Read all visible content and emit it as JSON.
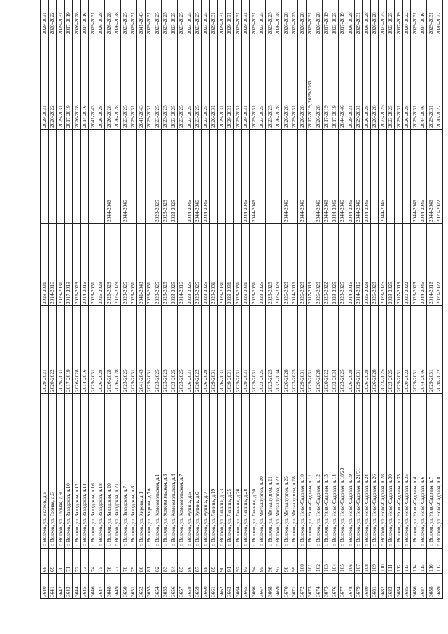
{
  "rows": [
    {
      "id": "3640",
      "no": "68",
      "addr": "г. Волхов, ул. Волхов, д.5",
      "p1": "2029-2031",
      "p2": "2029-2031",
      "p3": "",
      "p4": "2029-2031",
      "p5": "2029-2031"
    },
    {
      "id": "3641",
      "no": "69",
      "addr": "г. Волхов, ул. Горная, д.6",
      "p1": "2020-2022",
      "p2": "2014-2016",
      "p3": "",
      "p4": "2020-2022",
      "p5": "2020-2022"
    },
    {
      "id": "3642",
      "no": "70",
      "addr": "г. Волхов, ул. Горная, д.9",
      "p1": "2029-2031",
      "p2": "2029-2031",
      "p3": "",
      "p4": "2029-2031",
      "p5": "2029-2031"
    },
    {
      "id": "3643",
      "no": "71",
      "addr": "г. Волхов, ул. Заводская, д.10",
      "p1": "2017-2019",
      "p2": "2017-2019",
      "p3": "",
      "p4": "2017-2019",
      "p5": "2017-2019"
    },
    {
      "id": "3644",
      "no": "72",
      "addr": "г. Волхов, ул. Заводская, д.12",
      "p1": "2026-2028",
      "p2": "2026-2028",
      "p3": "",
      "p4": "2026-2028",
      "p5": "2026-2028"
    },
    {
      "id": "3645",
      "no": "73",
      "addr": "г. Волхов, ул. Заводская, д.14",
      "p1": "2014-2016",
      "p2": "2014-2016",
      "p3": "",
      "p4": "2014-2016",
      "p5": "2014-2016"
    },
    {
      "id": "3646",
      "no": "74",
      "addr": "г. Волхов, ул. Заводская, д.16",
      "p1": "2029-2031",
      "p2": "2029-2031",
      "p3": "",
      "p4": "2041-2043",
      "p5": "2029-2031"
    },
    {
      "id": "3647",
      "no": "75",
      "addr": "г. Волхов, ул. Заводская, д.18",
      "p1": "2026-2028",
      "p2": "2026-2028",
      "p3": "",
      "p4": "2026-2028",
      "p5": "2026-2028"
    },
    {
      "id": "3648",
      "no": "76",
      "addr": "г. Волхов, ул. Заводская, д.20",
      "p1": "2026-2028",
      "p2": "2026-2028",
      "p3": "2044-2046",
      "p4": "2026-2028",
      "p5": "2026-2028"
    },
    {
      "id": "3649",
      "no": "77",
      "addr": "г. Волхов, ул. Заводская, д.21",
      "p1": "2026-2028",
      "p2": "2026-2028",
      "p3": "",
      "p4": "2026-2028",
      "p5": "2026-2028"
    },
    {
      "id": "3650",
      "no": "78",
      "addr": "г. Волхов, ул. Заводская, д.7",
      "p1": "2023-2025",
      "p2": "2023-2025",
      "p3": "2044-2046",
      "p4": "2023-2025",
      "p5": "2023-2025"
    },
    {
      "id": "3651",
      "no": "79",
      "addr": "г. Волхов, ул. Заводская, д.8",
      "p1": "2029-2031",
      "p2": "2029-2031",
      "p3": "",
      "p4": "2029-2031",
      "p5": "2029-2031"
    },
    {
      "id": "3652",
      "no": "80",
      "addr": "г. Волхов, ул. Кирова, д.1",
      "p1": "2041-2043",
      "p2": "2041-2043",
      "p3": "",
      "p4": "2041-2043",
      "p5": "2041-2043"
    },
    {
      "id": "3653",
      "no": "81",
      "addr": "г. Волхов, ул. Кирова, д.7А",
      "p1": "2029-2031",
      "p2": "2029-2031",
      "p3": "",
      "p4": "2029-2031",
      "p5": "2029-2031"
    },
    {
      "id": "3654",
      "no": "82",
      "addr": "г. Волхов, ул. Комсомольская, д.1",
      "p1": "2023-2025",
      "p2": "2023-2025",
      "p3": "2023-2025",
      "p4": "2023-2025",
      "p5": "2023-2025"
    },
    {
      "id": "3655",
      "no": "83",
      "addr": "г. Волхов, ул. Комсомольская, д.3",
      "p1": "2023-2025",
      "p2": "2023-2025",
      "p3": "2023-2025",
      "p4": "2023-2025",
      "p5": "2023-2025"
    },
    {
      "id": "3656",
      "no": "84",
      "addr": "г. Волхов, ул. Комсомольская, д.4",
      "p1": "2023-2025",
      "p2": "2023-2025",
      "p3": "2023-2025",
      "p4": "2023-2025",
      "p5": "2023-2025"
    },
    {
      "id": "3657",
      "no": "85",
      "addr": "г. Волхов, ул. Комсомольская, д.7",
      "p1": "2023-2025",
      "p2": "2014-2016",
      "p3": "",
      "p4": "2023-2025",
      "p5": "2023-2025"
    },
    {
      "id": "3658",
      "no": "86",
      "addr": "г. Волхов, ул. Кутина, д.5",
      "p1": "2026-2031",
      "p2": "2023-2025",
      "p3": "2044-2046",
      "p4": "2023-2025",
      "p5": "2023-2025"
    },
    {
      "id": "3659",
      "no": "87",
      "addr": "г. Волхов, ул. Кутина, д.6",
      "p1": "2020-2022",
      "p2": "2023-2025",
      "p3": "2044-2046",
      "p4": "2023-2025",
      "p5": "2023-2025"
    },
    {
      "id": "3660",
      "no": "88",
      "addr": "г. Волхов, ул. Кутина, д.7",
      "p1": "2026-2028",
      "p2": "2023-2025",
      "p3": "2044-2046",
      "p4": "2023-2025",
      "p5": "2023-2025"
    },
    {
      "id": "3661",
      "no": "89",
      "addr": "г. Волхов, ул. Ленина, д.19",
      "p1": "2029-2031",
      "p2": "2029-2031",
      "p3": "",
      "p4": "2026-2031",
      "p5": "2029-2031"
    },
    {
      "id": "3662",
      "no": "90",
      "addr": "г. Волхов, ул. Ленина, д.23",
      "p1": "2026-2031",
      "p2": "2029-2031",
      "p3": "",
      "p4": "2029-2031",
      "p5": "2029-2031"
    },
    {
      "id": "3663",
      "no": "91",
      "addr": "г. Волхов, ул. Ленина, д.25",
      "p1": "2029-2031",
      "p2": "2029-2031",
      "p3": "",
      "p4": "2029-2031",
      "p5": "2029-2031"
    },
    {
      "id": "3664",
      "no": "92",
      "addr": "г. Волхов, ул. Ленина, д.26",
      "p1": "2029-2031",
      "p2": "2029-2031",
      "p3": "",
      "p4": "2029-2031",
      "p5": "2029-2031"
    },
    {
      "id": "3665",
      "no": "93",
      "addr": "г. Волхов, ул. Ленина, д.28",
      "p1": "2029-2031",
      "p2": "2029-2031",
      "p3": "2044-2046",
      "p4": "2029-2031",
      "p5": "2029-2031"
    },
    {
      "id": "3666",
      "no": "94",
      "addr": "г. Волхов, ул. Ленина, д.30",
      "p1": "2029-2031",
      "p2": "2029-2031",
      "p3": "2044-2046",
      "p4": "2029-2031",
      "p5": "2029-2031"
    },
    {
      "id": "3667",
      "no": "95",
      "addr": "г. Волхов, ул. Металлургов, д.20",
      "p1": "2023-2025",
      "p2": "2023-2025",
      "p3": "",
      "p4": "2023-2025",
      "p5": "2023-2025"
    },
    {
      "id": "3668",
      "no": "96",
      "addr": "г. Волхов, ул. Металлургов, д.21",
      "p1": "2023-2025",
      "p2": "2023-2025",
      "p3": "",
      "p4": "2023-2025",
      "p5": "2023-2025"
    },
    {
      "id": "3669",
      "no": "97",
      "addr": "г. Волхов, ул. Металлургов, д.22",
      "p1": "2032-2034",
      "p2": "2026-2028",
      "p3": "",
      "p4": "2026-2028",
      "p5": "2026-2028"
    },
    {
      "id": "3670",
      "no": "98",
      "addr": "г. Волхов, ул. Металлургов, д.25",
      "p1": "2026-2028",
      "p2": "2026-2028",
      "p3": "2044-2046",
      "p4": "2026-2028",
      "p5": "2026-2028"
    },
    {
      "id": "3671",
      "no": "99",
      "addr": "г. Волхов, ул. Металлургов, д.28",
      "p1": "2023-2025",
      "p2": "2014-2016",
      "p3": "",
      "p4": "2029-2031",
      "p5": "2023-2025"
    },
    {
      "id": "3672",
      "no": "100",
      "addr": "г. Волхов, ул. Ново-Садовая, д.10",
      "p1": "2029-2031",
      "p2": "2026-2028",
      "p3": "2044-2046",
      "p4": "2026-2028",
      "p5": "2026-2028"
    },
    {
      "id": "3673",
      "no": "101",
      "addr": "г. Волхов, ул. Ново-Садовая, д.11",
      "p1": "2029-2031",
      "p2": "2017-2019",
      "p3": "",
      "p4": "2017-2019, 2029-2031",
      "p5": "2029-2031"
    },
    {
      "id": "3674",
      "no": "102",
      "addr": "г. Волхов, ул. Ново-Садовая, д.12",
      "p1": "2026-2028",
      "p2": "2026-2028",
      "p3": "2044-2046",
      "p4": "2026-2028",
      "p5": "2026-2028"
    },
    {
      "id": "3675",
      "no": "103",
      "addr": "г. Волхов, ул. Ново-Садовая, д.13",
      "p1": "2020-2022",
      "p2": "2020-2022",
      "p3": "2044-2046",
      "p4": "2017-2019",
      "p5": "2017-2019"
    },
    {
      "id": "3676",
      "no": "104",
      "addr": "г. Волхов, ул. Ново-Садовая, д.14",
      "p1": "2032-2034",
      "p2": "2023-2025",
      "p3": "2044-2046",
      "p4": "2017-2019",
      "p5": "2023-2025"
    },
    {
      "id": "3677",
      "no": "105",
      "addr": "г. Волхов, ул. Ново-Садовая, д.18/23",
      "p1": "2023-2025",
      "p2": "2023-2025",
      "p3": "2044-2046",
      "p4": "2044-2046",
      "p5": "2017-2019"
    },
    {
      "id": "3678",
      "no": "106",
      "addr": "г. Волхов, ул. Ново-Садовая, д.19",
      "p1": "2026-2028",
      "p2": "2014-2016",
      "p3": "2044-2046",
      "p4": "2029-2031",
      "p5": "2026-2028"
    },
    {
      "id": "3679",
      "no": "107",
      "addr": "г. Волхов, ул. Ново-Садовая, д.21/31",
      "p1": "2029-2031",
      "p2": "2014-2016",
      "p3": "2044-2046",
      "p4": "2029-2031",
      "p5": "2029-2031"
    },
    {
      "id": "3680",
      "no": "108",
      "addr": "г. Волхов, ул. Ново-Садовая, д.24",
      "p1": "2026-2028",
      "p2": "2026-2028",
      "p3": "2044-2046",
      "p4": "2026-2028",
      "p5": "2026-2028"
    },
    {
      "id": "3681",
      "no": "109",
      "addr": "г. Волхов, ул. Ново-Садовая, д.26",
      "p1": "2026-2028",
      "p2": "2026-2028",
      "p3": "",
      "p4": "2026-2028",
      "p5": "2026-2028"
    },
    {
      "id": "3682",
      "no": "110",
      "addr": "г. Волхов, ул. Ново-Садовая, д.28",
      "p1": "2023-2025",
      "p2": "2023-2025",
      "p3": "2044-2046",
      "p4": "2023-2025",
      "p5": "2023-2025"
    },
    {
      "id": "3683",
      "no": "111",
      "addr": "г. Волхов, ул. Ново-Садовая, д.30",
      "p1": "2023-2025",
      "p2": "2023-2025",
      "p3": "",
      "p4": "2023-2025",
      "p5": "2023-2025"
    },
    {
      "id": "3684",
      "no": "112",
      "addr": "г. Волхов, ул. Ново-Садовая, д.33",
      "p1": "2029-2031",
      "p2": "2017-2019",
      "p3": "",
      "p4": "2029-2031",
      "p5": "2017-2019"
    },
    {
      "id": "3685",
      "no": "113",
      "addr": "г. Волхов, ул. Ново-Садовая, д.35",
      "p1": "2020-2022",
      "p2": "2020-2022",
      "p3": "",
      "p4": "2026-2028",
      "p5": "2020-2022"
    },
    {
      "id": "3686",
      "no": "114",
      "addr": "г. Волхов, ул. Ново-Садовая, д.4",
      "p1": "2029-2031",
      "p2": "2023-2025",
      "p3": "2044-2046",
      "p4": "2029-2031",
      "p5": "2029-2031"
    },
    {
      "id": "3687",
      "no": "115",
      "addr": "г. Волхов, ул. Ново-Садовая, д.6",
      "p1": "2044-2046",
      "p2": "2044-2046",
      "p3": "2044-2046",
      "p4": "2044-2046",
      "p5": "2014-2016"
    },
    {
      "id": "3688",
      "no": "116",
      "addr": "г. Волхов, ул. Ново-Садовая, д.7",
      "p1": "2029-2031",
      "p2": "2014-2016",
      "p3": "2044-2046",
      "p4": "2029-2031",
      "p5": "2029-2031"
    },
    {
      "id": "3689",
      "no": "117",
      "addr": "г. Волхов, ул. Ново-Садовая, д.8",
      "p1": "2020-2022",
      "p2": "2020-2022",
      "p3": "2020-2022",
      "p4": "2020-2022",
      "p5": "2020-2022"
    }
  ]
}
